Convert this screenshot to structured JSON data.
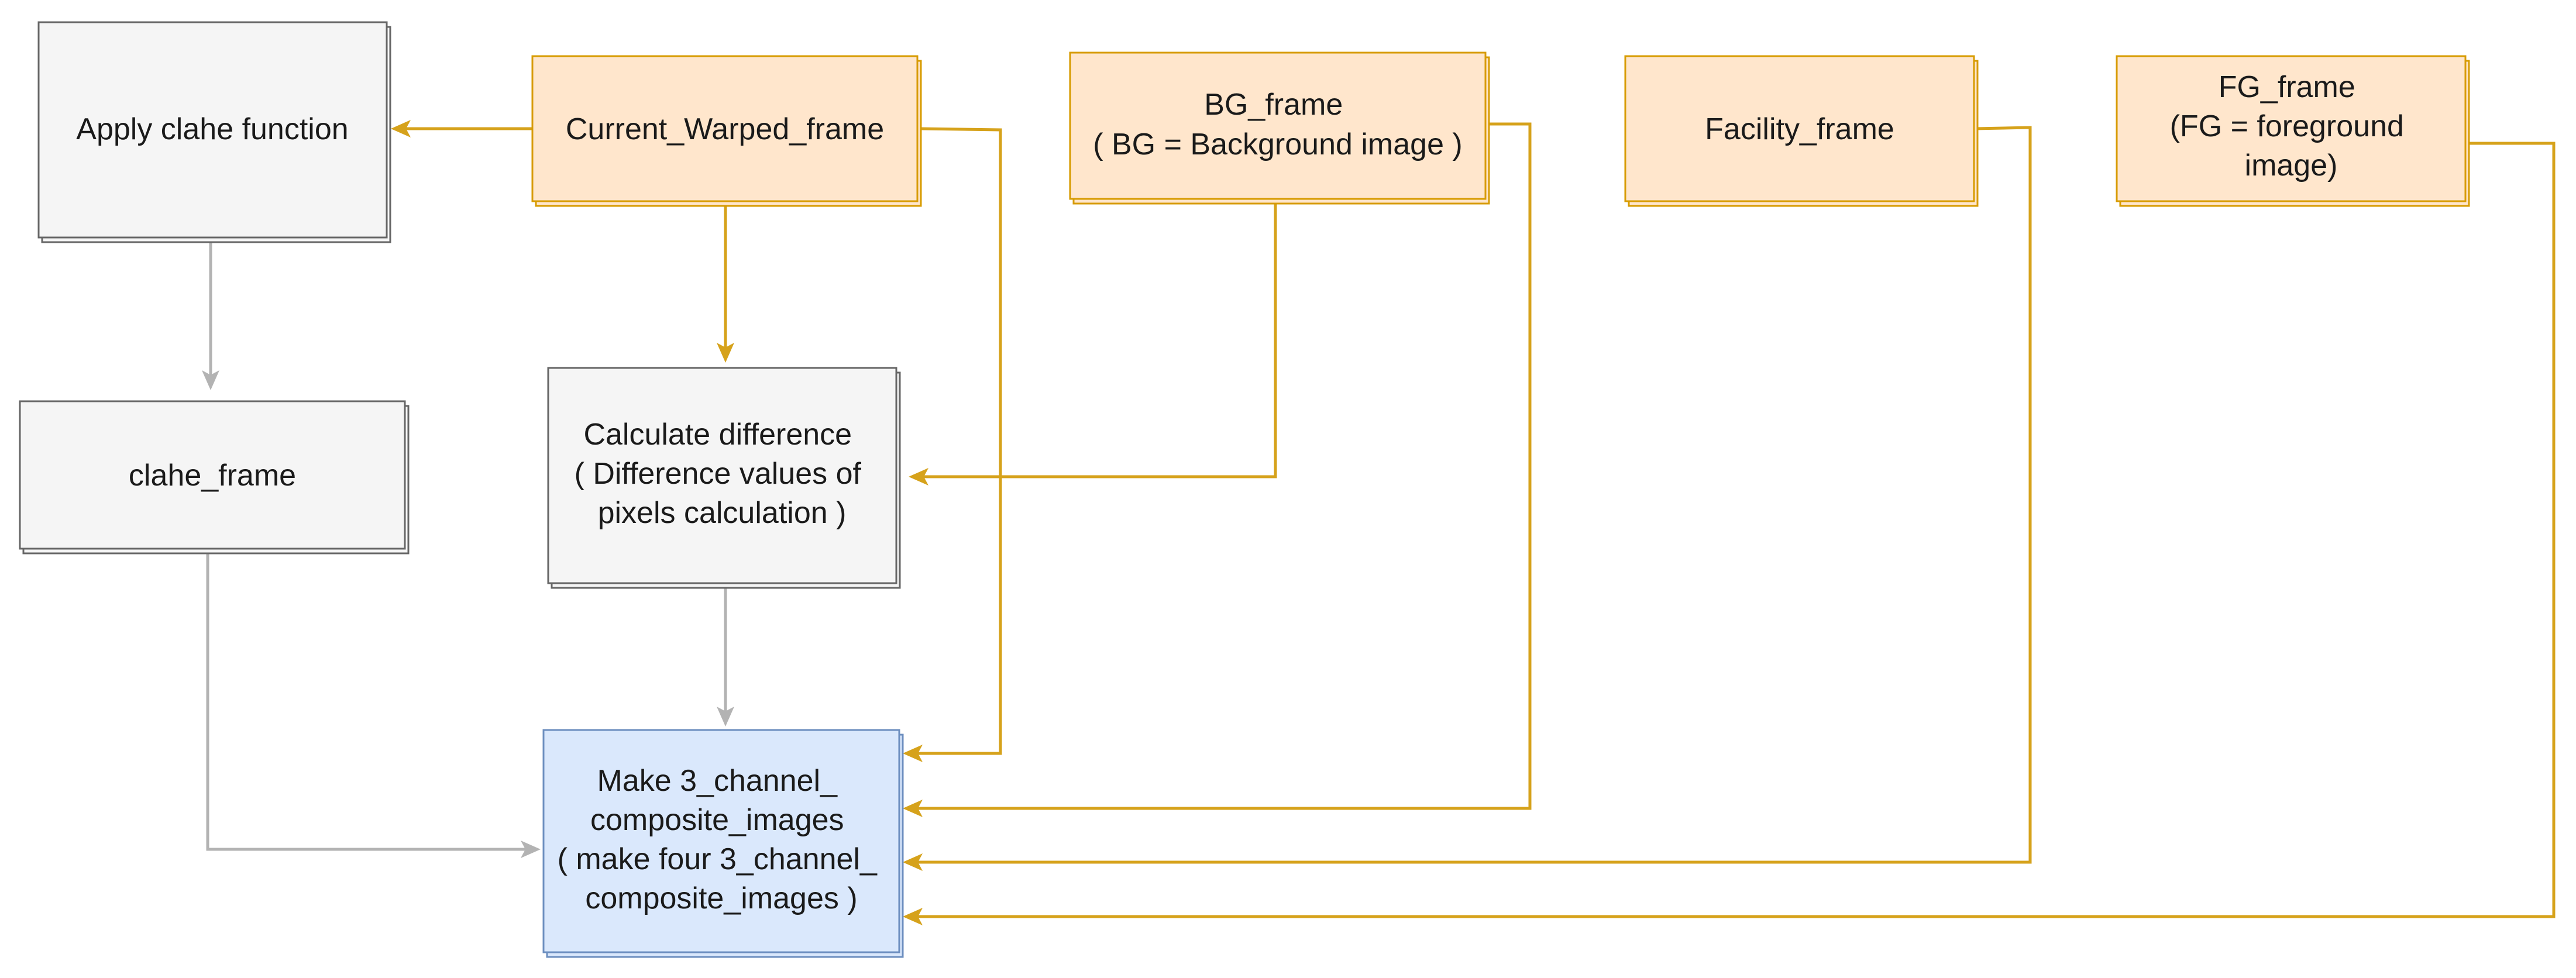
{
  "nodes": {
    "apply_clahe": {
      "lines": [
        "Apply clahe function"
      ],
      "style": "gray"
    },
    "clahe_frame": {
      "lines": [
        "clahe_frame"
      ],
      "style": "gray"
    },
    "current_warped": {
      "lines": [
        "Current_Warped_frame"
      ],
      "style": "orange"
    },
    "calc_diff": {
      "lines": [
        "Calculate difference",
        "( Difference values of",
        "pixels calculation )"
      ],
      "style": "gray"
    },
    "bg_frame": {
      "lines": [
        "BG_frame",
        "( BG = Background image )"
      ],
      "style": "orange"
    },
    "facility_frame": {
      "lines": [
        "Facility_frame"
      ],
      "style": "orange"
    },
    "fg_frame": {
      "lines": [
        "FG_frame",
        "(FG = foreground",
        "image)"
      ],
      "style": "orange"
    },
    "make_composite": {
      "lines": [
        "Make 3_channel_",
        "composite_images",
        "( make four 3_channel_",
        "composite_images )"
      ],
      "style": "blue"
    }
  },
  "edges": [
    {
      "from": "current_warped",
      "to": "apply_clahe",
      "color": "gold"
    },
    {
      "from": "current_warped",
      "to": "calc_diff",
      "color": "gold"
    },
    {
      "from": "apply_clahe",
      "to": "clahe_frame",
      "color": "grey"
    },
    {
      "from": "bg_frame",
      "to": "calc_diff",
      "color": "gold"
    },
    {
      "from": "calc_diff",
      "to": "make_composite",
      "color": "grey"
    },
    {
      "from": "clahe_frame",
      "to": "make_composite",
      "color": "grey"
    },
    {
      "from": "current_warped",
      "to": "make_composite",
      "color": "gold"
    },
    {
      "from": "bg_frame",
      "to": "make_composite",
      "color": "gold"
    },
    {
      "from": "facility_frame",
      "to": "make_composite",
      "color": "gold"
    },
    {
      "from": "fg_frame",
      "to": "make_composite",
      "color": "gold"
    }
  ],
  "colors": {
    "gold_edge": "#d6a21b",
    "grey_edge": "#b3b3b3",
    "gray_fill": "#f5f5f5",
    "orange_fill": "#ffe6cc",
    "blue_fill": "#dae8fc"
  }
}
